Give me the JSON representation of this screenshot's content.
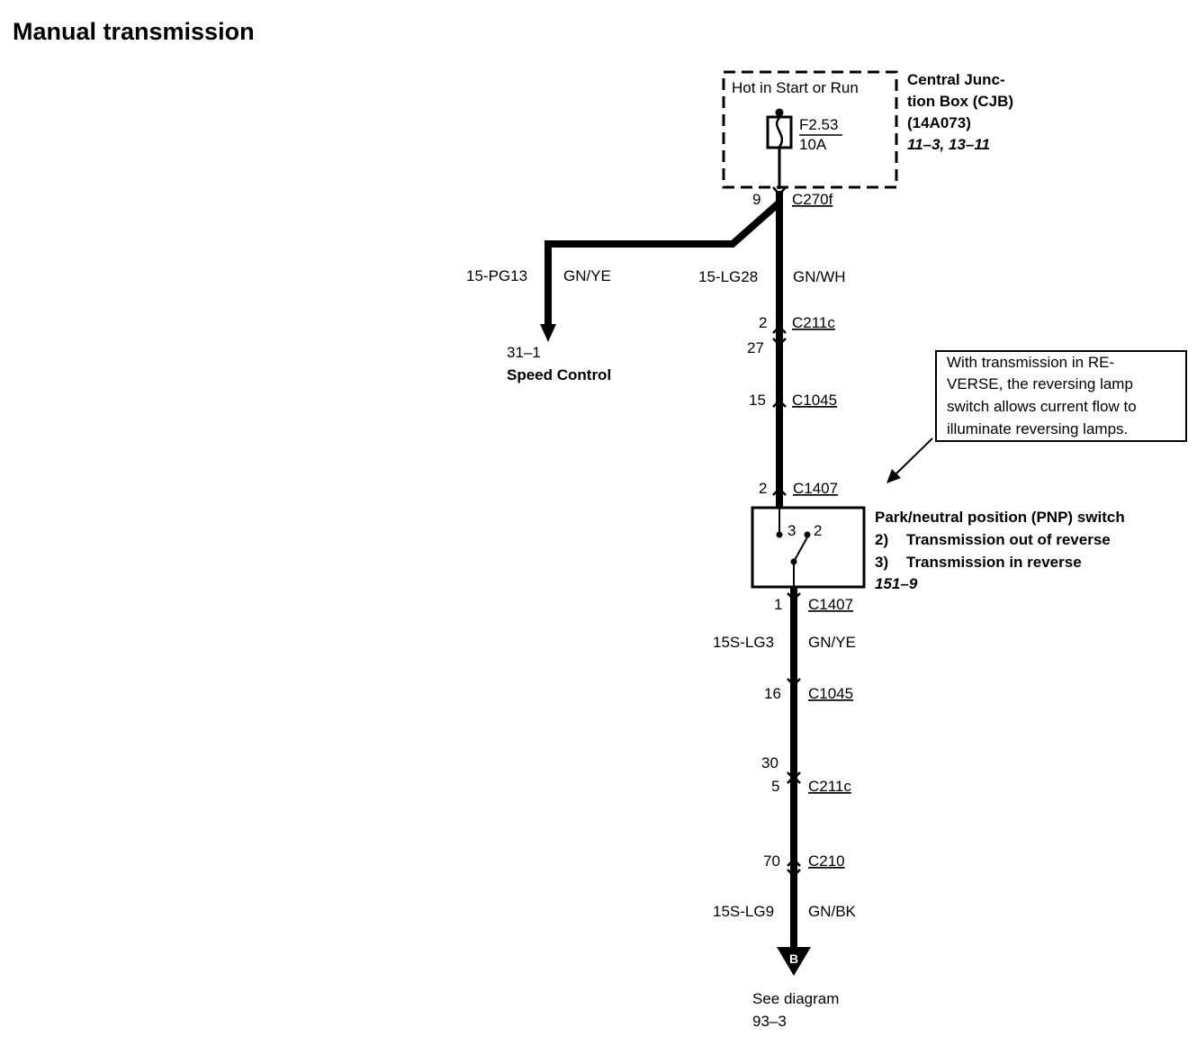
{
  "title": "Manual transmission",
  "cjb": {
    "hot_label": "Hot in Start or Run",
    "fuse_id": "F2.53",
    "fuse_rating": "10A",
    "name_line1": "Central Junc-",
    "name_line2": "tion Box (CJB)",
    "part_number": "(14A073)",
    "refs": "11–3, 13–11"
  },
  "connectors": {
    "c270f": {
      "pin": "9",
      "name": "C270f"
    },
    "c211c_top": {
      "pin_in": "2",
      "pin_out": "27",
      "name": "C211c"
    },
    "c1045_top": {
      "pin": "15",
      "name": "C1045"
    },
    "c1407_top": {
      "pin": "2",
      "name": "C1407"
    },
    "c1407_bottom": {
      "pin": "1",
      "name": "C1407"
    },
    "c1045_bottom": {
      "pin": "16",
      "name": "C1045"
    },
    "c211c_bottom": {
      "pin_in": "30",
      "pin_out": "5",
      "name": "C211c"
    },
    "c210": {
      "pin": "70",
      "name": "C210"
    }
  },
  "wires": {
    "pg13": {
      "circuit": "15-PG13",
      "color": "GN/YE"
    },
    "lg28": {
      "circuit": "15-LG28",
      "color": "GN/WH"
    },
    "lg3": {
      "circuit": "15S-LG3",
      "color": "GN/YE"
    },
    "lg9": {
      "circuit": "15S-LG9",
      "color": "GN/BK"
    }
  },
  "speed_control": {
    "ref": "31–1",
    "label": "Speed Control"
  },
  "note": {
    "line1": "With transmission in RE-",
    "line2": "VERSE, the reversing lamp",
    "line3": "switch allows current flow to",
    "line4": "illuminate reversing lamps."
  },
  "pnp_switch": {
    "title": "Park/neutral position (PNP) switch",
    "pos2_num": "2)",
    "pos2_text": "Transmission out of reverse",
    "pos3_num": "3)",
    "pos3_text": "Transmission in reverse",
    "ref": "151–9",
    "contact_3": "3",
    "contact_2": "2"
  },
  "destination": {
    "marker": "B",
    "line1": "See diagram",
    "line2": "93–3"
  }
}
